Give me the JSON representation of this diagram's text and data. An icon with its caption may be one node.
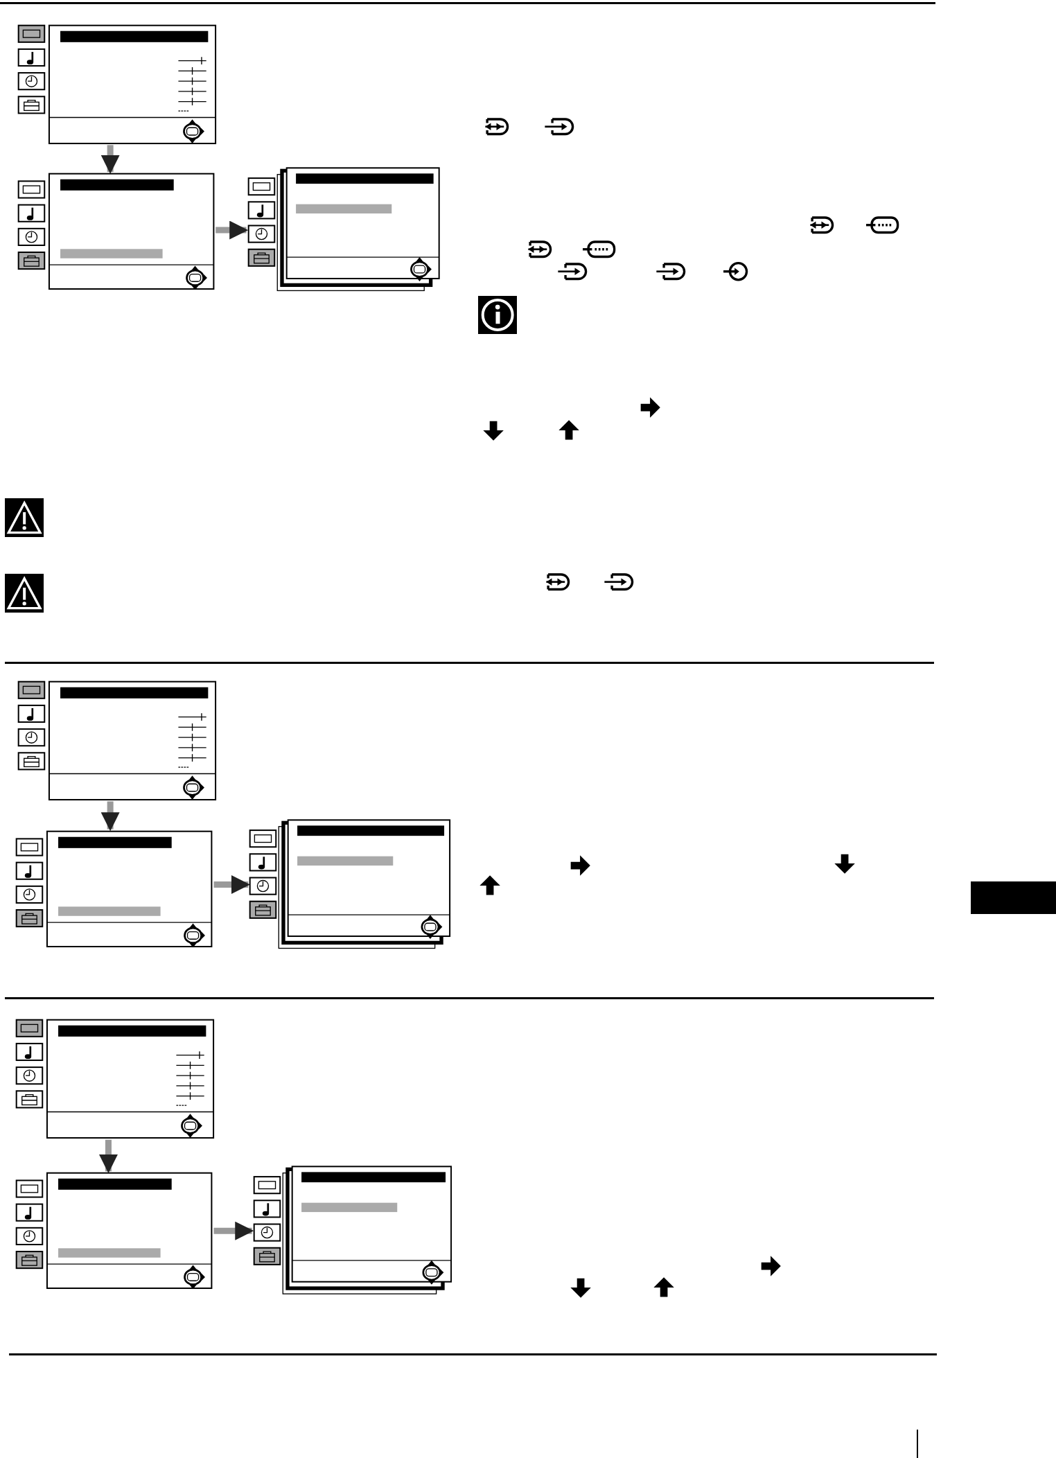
{
  "diagram": {
    "nodes": [
      {
        "text": [],
        "shape": "box"
      },
      {
        "text": [],
        "shape": "box"
      },
      {
        "text": [],
        "shape": "box"
      },
      {
        "text": [],
        "shape": "box"
      },
      {
        "text": [],
        "shape": "box"
      },
      {
        "text": [],
        "shape": "box"
      },
      {
        "text": [],
        "shape": "box"
      },
      {
        "text": [],
        "shape": "box"
      },
      {
        "text": [],
        "shape": "box"
      }
    ],
    "edges": [
      {
        "from": 0,
        "to": 1,
        "arrow": "to"
      },
      {
        "from": 1,
        "to": 2,
        "arrow": "to"
      },
      {
        "from": 3,
        "to": 4,
        "arrow": "to"
      },
      {
        "from": 4,
        "to": 5,
        "arrow": "to"
      },
      {
        "from": 6,
        "to": 7,
        "arrow": "to"
      },
      {
        "from": 7,
        "to": 8,
        "arrow": "to"
      }
    ]
  }
}
